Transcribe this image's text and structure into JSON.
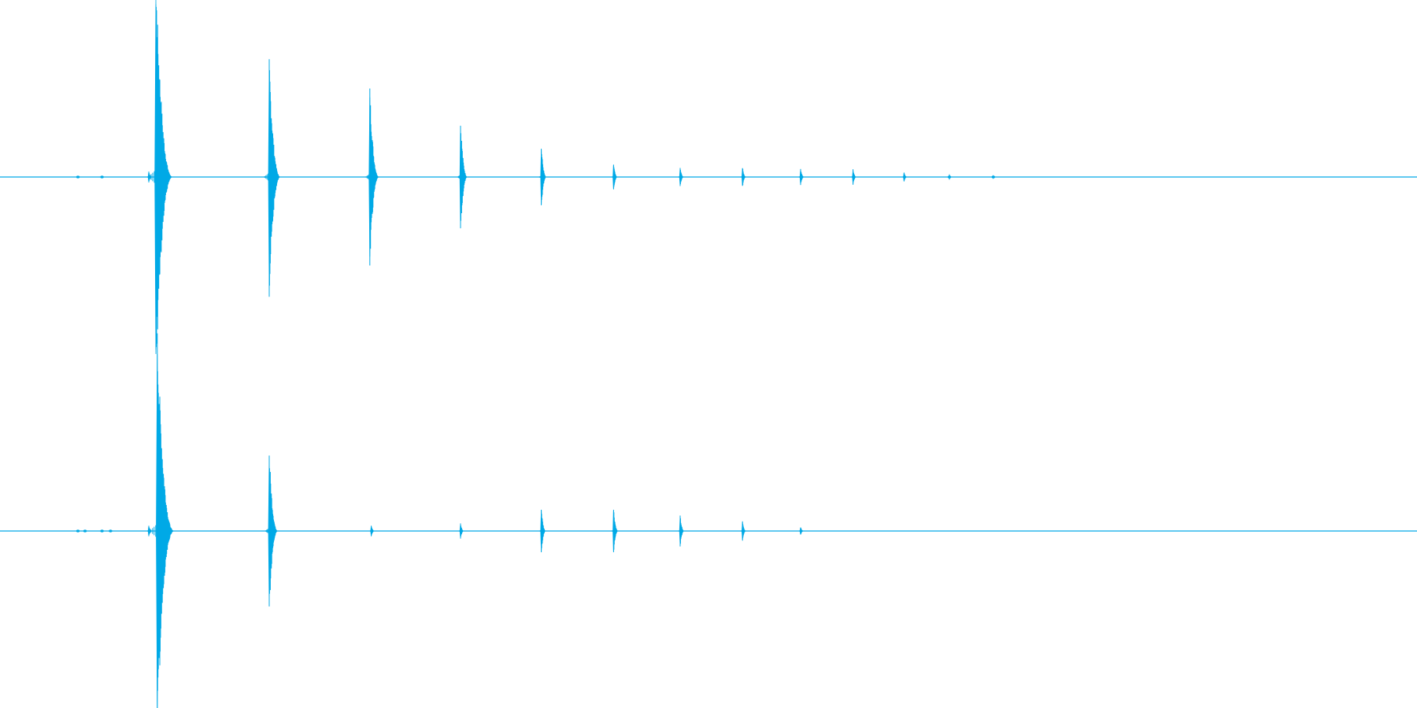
{
  "chart_data": {
    "type": "waveform",
    "title": "",
    "channels": 2,
    "color": "#00a9e6",
    "background": "#ffffff",
    "grid": false,
    "legend": "none",
    "x_range": [
      0,
      1
    ],
    "y_range": [
      -1,
      1
    ],
    "series": [
      {
        "transients": [
          {
            "t": 0.055,
            "up": 0.005,
            "down": 0.005
          },
          {
            "t": 0.072,
            "up": 0.005,
            "down": 0.005
          },
          {
            "t": 0.105,
            "up": 0.03,
            "down": 0.03
          },
          {
            "t": 0.11,
            "up": 1.0,
            "down": 1.0
          },
          {
            "t": 0.19,
            "up": 0.59,
            "down": 0.6
          },
          {
            "t": 0.261,
            "up": 0.45,
            "down": 0.45
          },
          {
            "t": 0.325,
            "up": 0.29,
            "down": 0.29
          },
          {
            "t": 0.382,
            "up": 0.16,
            "down": 0.16
          },
          {
            "t": 0.433,
            "up": 0.07,
            "down": 0.07
          },
          {
            "t": 0.48,
            "up": 0.05,
            "down": 0.05
          },
          {
            "t": 0.524,
            "up": 0.05,
            "down": 0.05
          },
          {
            "t": 0.565,
            "up": 0.045,
            "down": 0.045
          },
          {
            "t": 0.602,
            "up": 0.04,
            "down": 0.04
          },
          {
            "t": 0.638,
            "up": 0.025,
            "down": 0.025
          },
          {
            "t": 0.67,
            "up": 0.012,
            "down": 0.012
          },
          {
            "t": 0.701,
            "up": 0.008,
            "down": 0.008
          }
        ]
      },
      {
        "transients": [
          {
            "t": 0.055,
            "up": 0.005,
            "down": 0.005
          },
          {
            "t": 0.06,
            "up": 0.005,
            "down": 0.005
          },
          {
            "t": 0.072,
            "up": 0.005,
            "down": 0.005
          },
          {
            "t": 0.078,
            "up": 0.005,
            "down": 0.005
          },
          {
            "t": 0.105,
            "up": 0.03,
            "down": 0.03
          },
          {
            "t": 0.111,
            "up": 1.0,
            "down": 1.0
          },
          {
            "t": 0.19,
            "up": 0.41,
            "down": 0.41
          },
          {
            "t": 0.262,
            "up": 0.03,
            "down": 0.03
          },
          {
            "t": 0.325,
            "up": 0.04,
            "down": 0.04
          },
          {
            "t": 0.382,
            "up": 0.12,
            "down": 0.12
          },
          {
            "t": 0.433,
            "up": 0.12,
            "down": 0.12
          },
          {
            "t": 0.48,
            "up": 0.08,
            "down": 0.08
          },
          {
            "t": 0.524,
            "up": 0.05,
            "down": 0.05
          },
          {
            "t": 0.565,
            "up": 0.02,
            "down": 0.02
          }
        ]
      }
    ]
  }
}
